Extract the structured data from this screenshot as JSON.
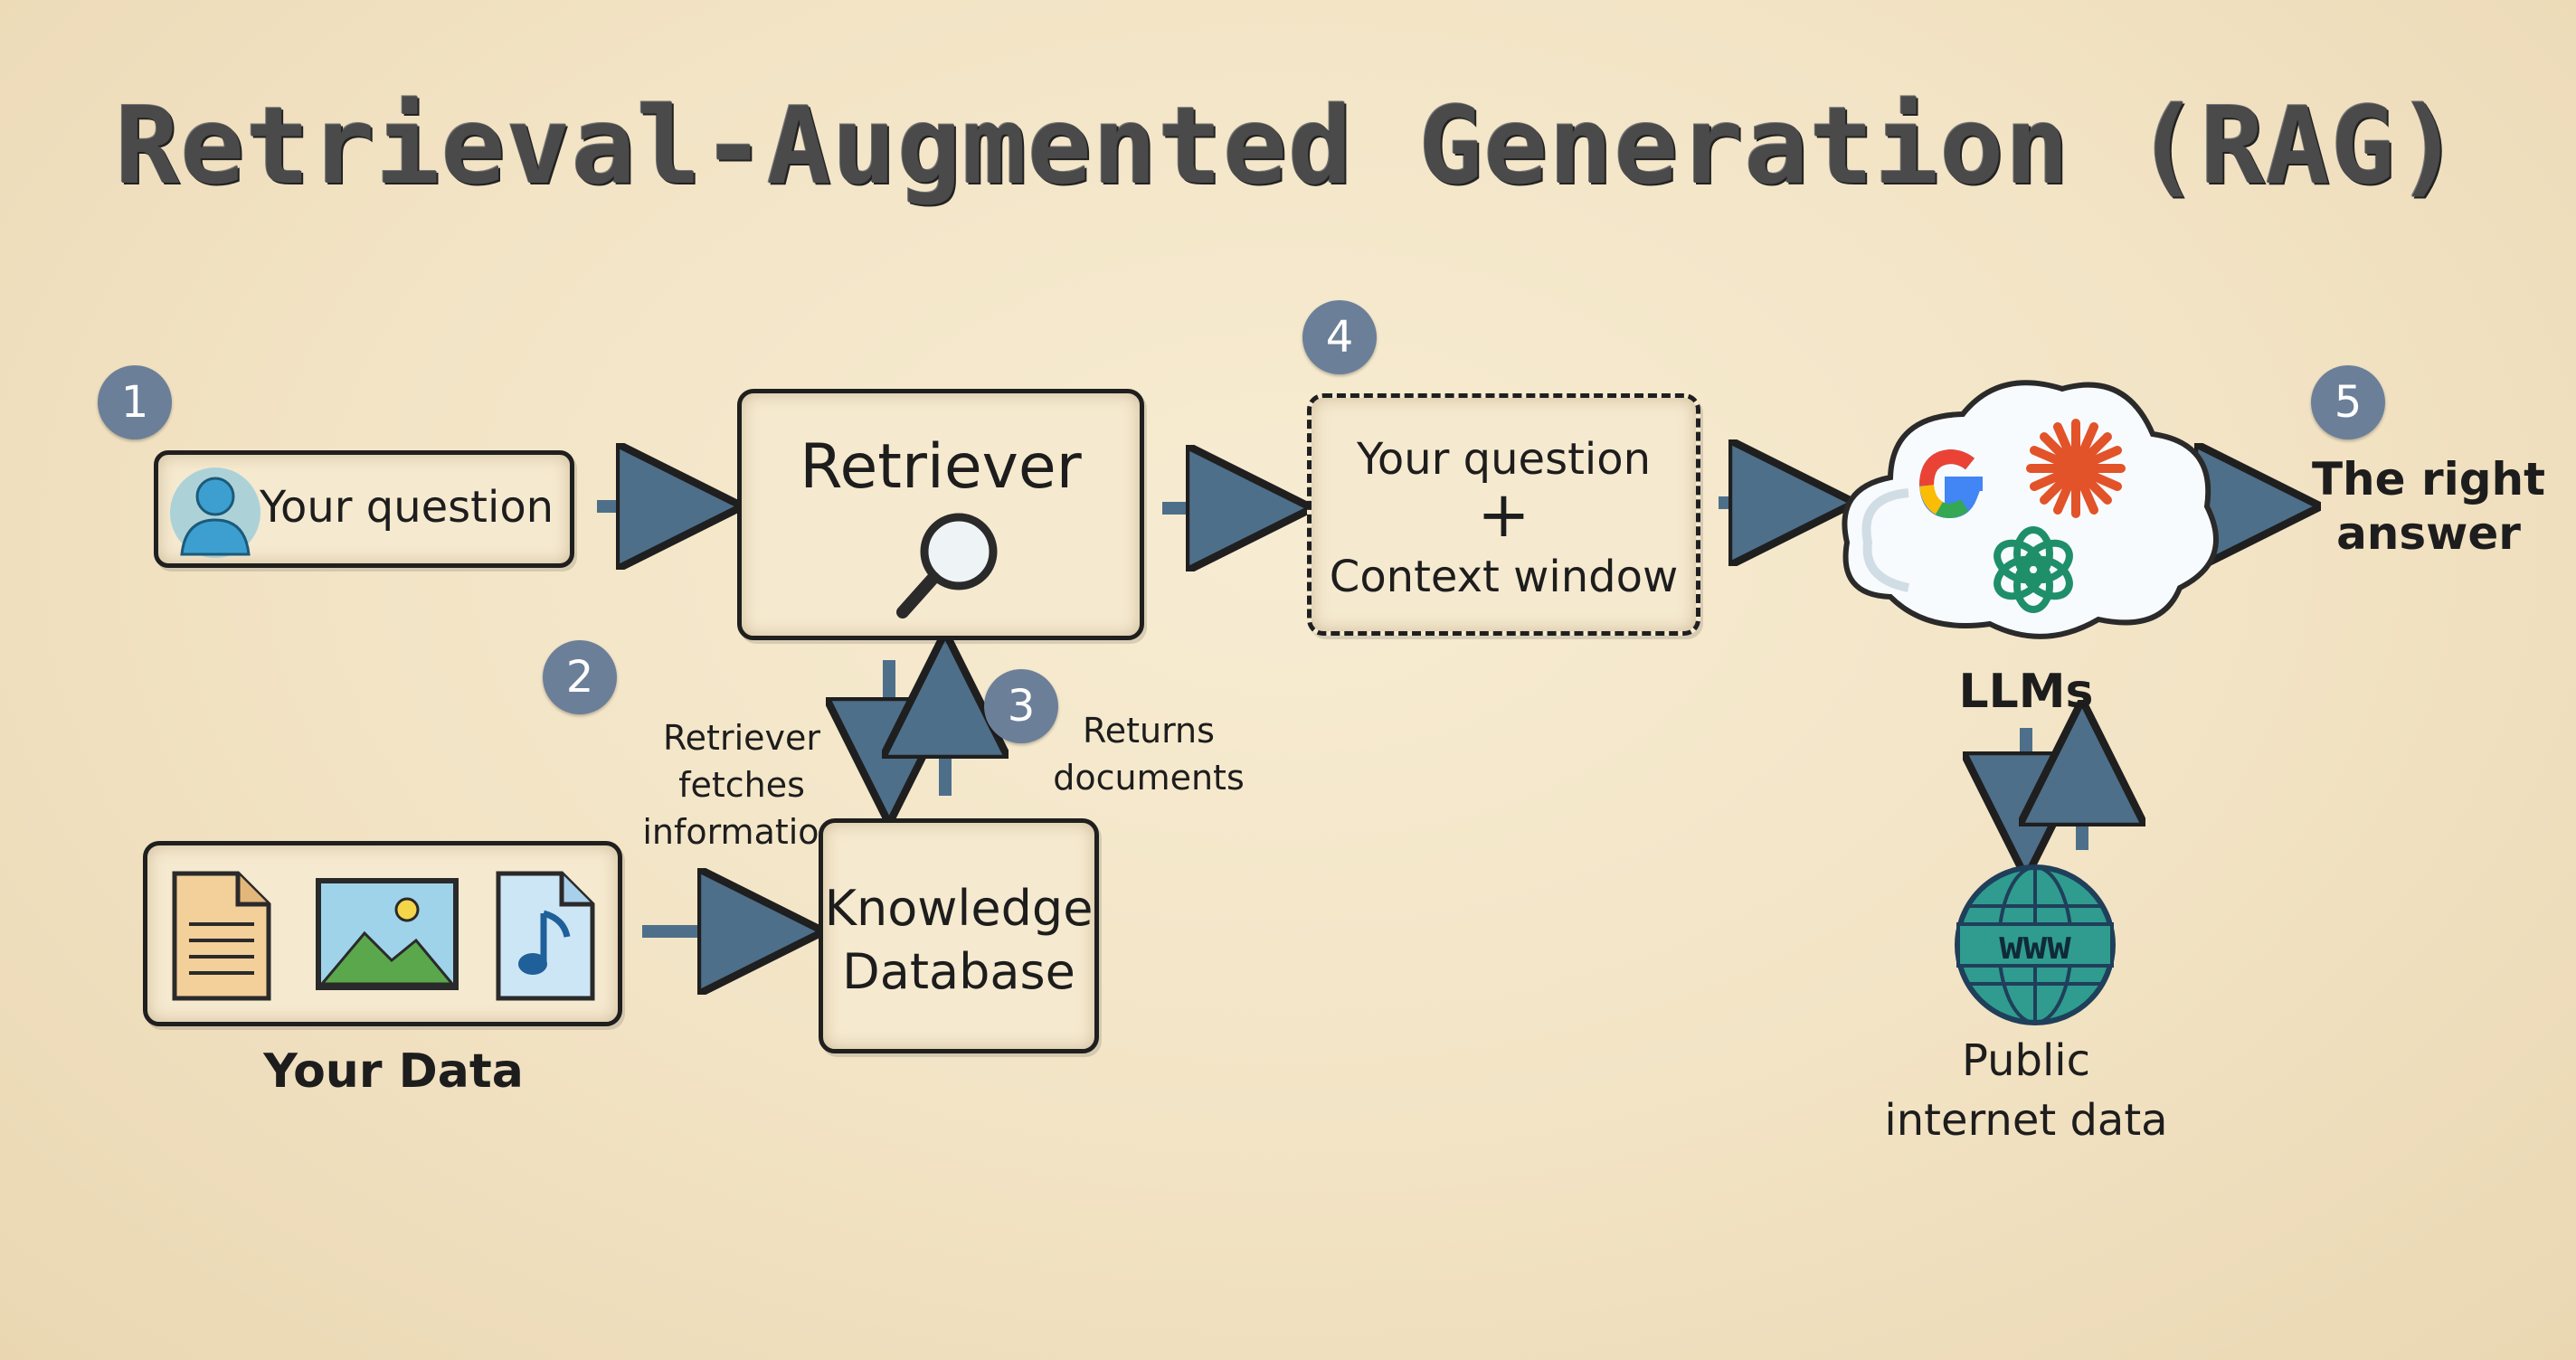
{
  "title": "Retrieval-Augmented Generation (RAG)",
  "steps": {
    "s1": "1",
    "s2": "2",
    "s3": "3",
    "s4": "4",
    "s5": "5"
  },
  "question_box": {
    "label": "Your question"
  },
  "retriever": {
    "label": "Retriever"
  },
  "fetch_note": "Retriever fetches\ninformation",
  "return_note": "Returns\ndocuments",
  "knowledge_db": {
    "label": "Knowledge\nDatabase"
  },
  "your_data": {
    "label": "Your Data"
  },
  "context_box": {
    "line1": "Your question",
    "plus": "+",
    "line2": "Context window"
  },
  "llms": {
    "label": "LLMs"
  },
  "internet": {
    "icon_text": "www",
    "label": "Public\ninternet data"
  },
  "answer": "The right\nanswer",
  "colors": {
    "arrow": "#4e6f8a",
    "badge": "#6b7f99",
    "border": "#1f1f1f"
  },
  "icons": [
    "person-icon",
    "magnifier-icon",
    "document-icon",
    "image-icon",
    "music-file-icon",
    "google-icon",
    "claude-icon",
    "openai-icon",
    "globe-icon"
  ]
}
